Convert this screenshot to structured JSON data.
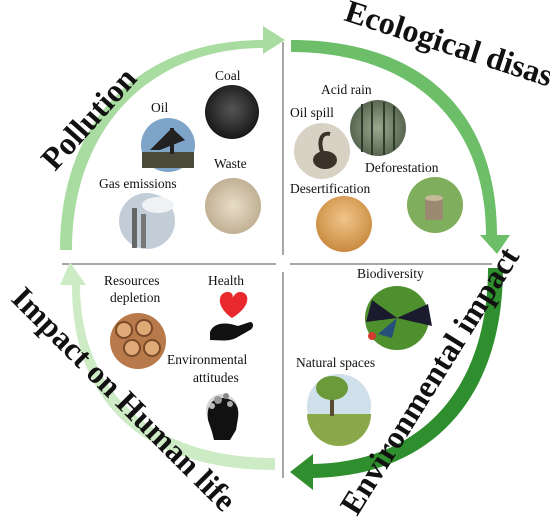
{
  "quadrants": {
    "pollution": {
      "title": "Pollution",
      "items": [
        "Coal",
        "Oil",
        "Waste",
        "Gas emissions"
      ]
    },
    "ecological": {
      "title": "Ecological disaster",
      "items": [
        "Acid rain",
        "Oil spill",
        "Deforestation",
        "Desertification"
      ]
    },
    "environmental": {
      "title": "Environmental impact",
      "items": [
        "Biodiversity",
        "Natural spaces"
      ]
    },
    "human": {
      "title": "Impact on Human life",
      "items": [
        "Resources",
        "depletion",
        "Health",
        "Environmental",
        "attitudes"
      ]
    }
  },
  "colors": {
    "arrow_light": "#a9dca0",
    "arrow_mid": "#6cbe68",
    "arrow_dark": "#2f8e2e",
    "arrow_pale": "#cdebc5"
  }
}
